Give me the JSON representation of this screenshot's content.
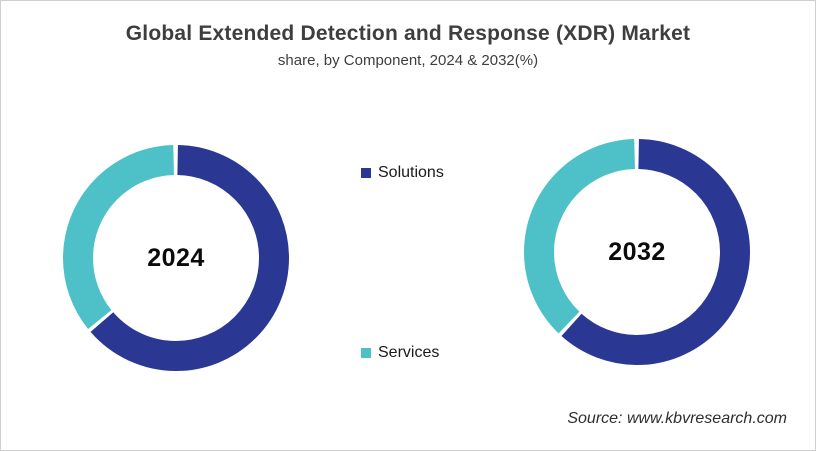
{
  "header": {
    "title": "Global Extended Detection and Response (XDR) Market",
    "subtitle": "share, by Component, 2024 & 2032(%)"
  },
  "legend": [
    {
      "label": "Solutions",
      "color": "#2B3893"
    },
    {
      "label": "Services",
      "color": "#4DC0C8"
    }
  ],
  "source": "Source: www.kbvresearch.com",
  "chart_data": {
    "type": "pie",
    "subtype": "donut",
    "title": "Global Extended Detection and Response (XDR) Market share, by Component, 2024 & 2032(%)",
    "categories": [
      "Solutions",
      "Services"
    ],
    "series": [
      {
        "name": "2024",
        "values": [
          64,
          36
        ]
      },
      {
        "name": "2032",
        "values": [
          62,
          38
        ]
      }
    ],
    "unit": "%",
    "colors": [
      "#2B3893",
      "#4DC0C8"
    ],
    "legend_position": "center-between-donuts",
    "data_labels_shown": false,
    "center_labels": [
      "2024",
      "2032"
    ]
  }
}
